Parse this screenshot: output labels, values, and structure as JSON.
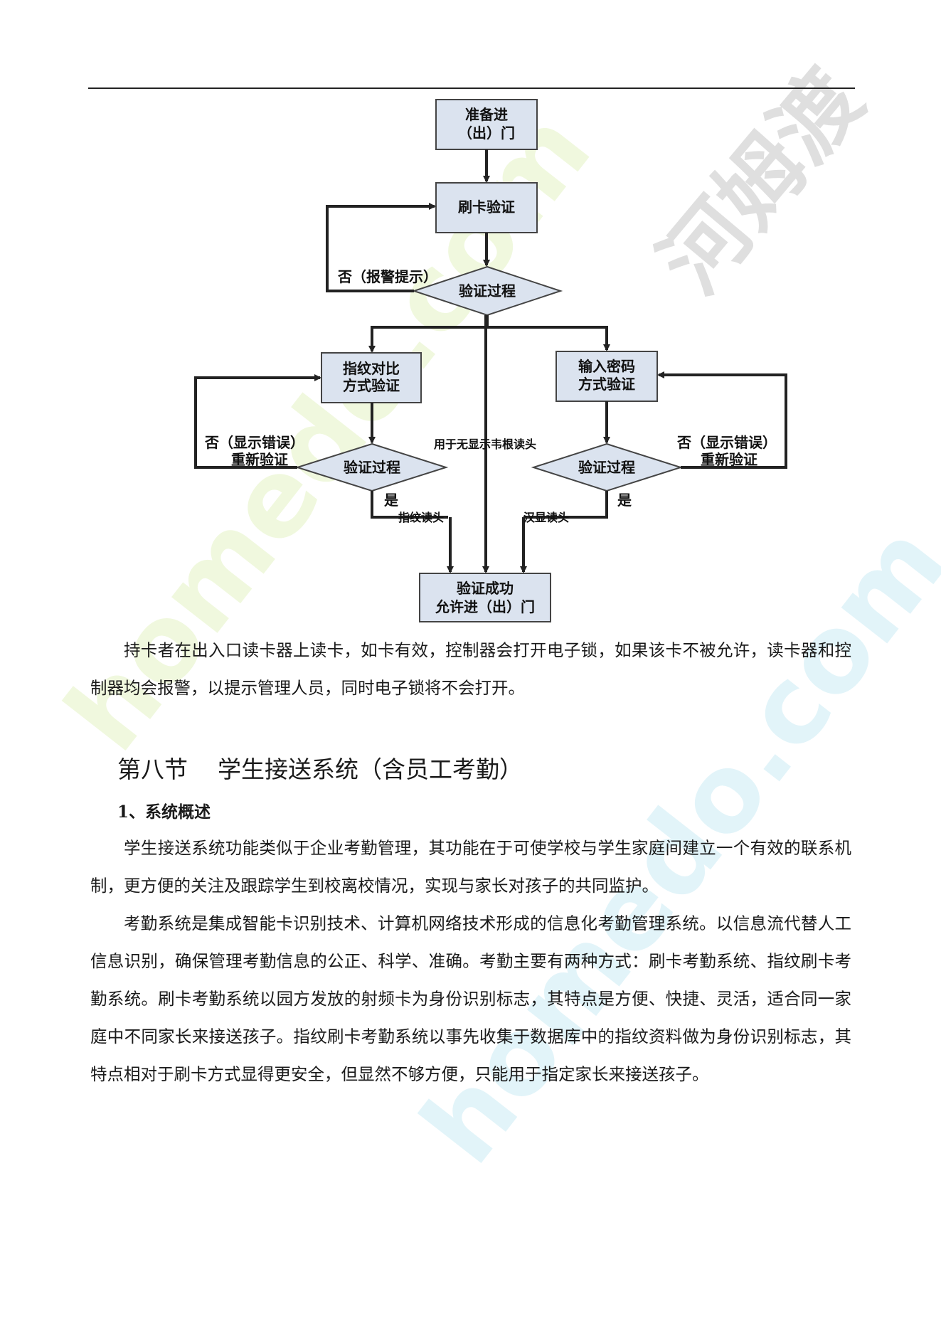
{
  "flowchart": {
    "start": [
      "准备进",
      "（出）门"
    ],
    "card_verify": "刷卡验证",
    "verify_process": "验证过程",
    "no_alarm": "否（报警提示）",
    "fingerprint": [
      "指纹对比",
      "方式验证"
    ],
    "password": [
      "输入密码",
      "方式验证"
    ],
    "no_error_left": [
      "否（显示错误）",
      "重新验证"
    ],
    "no_error_right": [
      "否（显示错误）",
      "重新验证"
    ],
    "verify_left": "验证过程",
    "verify_right": "验证过程",
    "yes_left": "是",
    "yes_right": "是",
    "fingerprint_reader": "指纹读头",
    "chinese_reader": "汉显读头",
    "no_display_reader": "用于无显示韦根读头",
    "success": [
      "验证成功",
      "允许进（出）门"
    ]
  },
  "paragraph_intro": "持卡者在出入口读卡器上读卡，如卡有效，控制器会打开电子锁，如果该卡不被允许，读卡器和控制器均会报警，以提示管理人员，同时电子锁将不会打开。",
  "section": {
    "number": "第八节",
    "title": "学生接送系统（含员工考勤）"
  },
  "subsection_title": "1、系统概述",
  "paragraph_1": "学生接送系统功能类似于企业考勤管理，其功能在于可使学校与学生家庭间建立一个有效的联系机制，更方便的关注及跟踪学生到校离校情况，实现与家长对孩子的共同监护。",
  "paragraph_2": "考勤系统是集成智能卡识别技术、计算机网络技术形成的信息化考勤管理系统。以信息流代替人工信息识别，确保管理考勤信息的公正、科学、准确。考勤主要有两种方式：刷卡考勤系统、指纹刷卡考勤系统。刷卡考勤系统以园方发放的射频卡为身份识别标志，其特点是方便、快捷、灵活，适合同一家庭中不同家长来接送孩子。指纹刷卡考勤系统以事先收集于数据库中的指纹资料做为身份识别标志，其特点相对于刷卡方式显得更安全，但显然不够方便，只能用于指定家长来接送孩子。",
  "watermark": {
    "cn": "河姆渡",
    "en": "homedo.com"
  }
}
